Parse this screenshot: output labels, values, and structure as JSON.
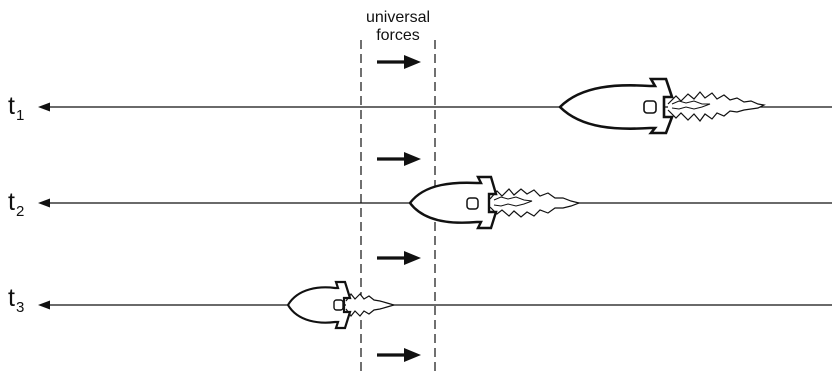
{
  "caption": {
    "line1": "universal",
    "line2": "forces"
  },
  "rows": [
    {
      "label": "t",
      "subscript": "1"
    },
    {
      "label": "t",
      "subscript": "2"
    },
    {
      "label": "t",
      "subscript": "3"
    }
  ],
  "colors": {
    "ink": "#111111",
    "background": "#ffffff"
  }
}
